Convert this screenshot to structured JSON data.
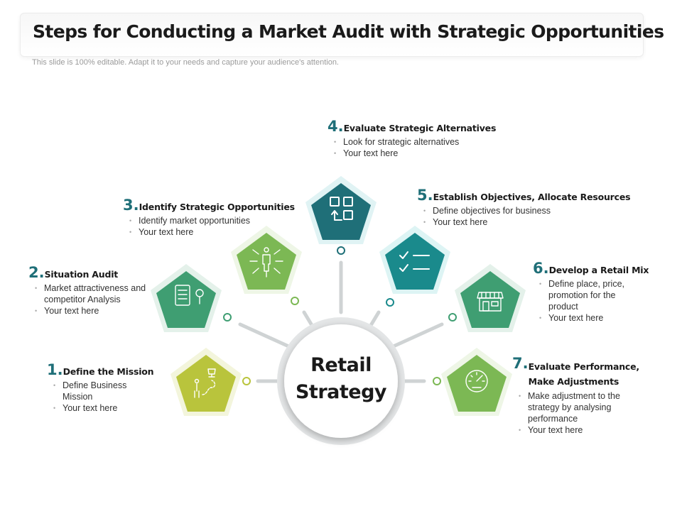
{
  "title": "Steps for Conducting a Market Audit with Strategic Opportunities",
  "subtitle": "This slide is 100% editable. Adapt it to your needs and capture your audience's attention.",
  "hub": {
    "line1": "Retail",
    "line2": "Strategy"
  },
  "colors": {
    "teal_dark": "#1f6f78",
    "teal_bright": "#1a8a8c",
    "green": "#3f9e72",
    "green_light": "#7cb854",
    "lime": "#b9c43c",
    "connector": "#cfd3d4"
  },
  "steps": [
    {
      "num": "1.",
      "title": "Define the Mission",
      "bullets": [
        "Define Business Mission",
        "Your text here"
      ],
      "icon": "trophy-path-icon",
      "color": "#b9c43c"
    },
    {
      "num": "2.",
      "title": "Situation Audit",
      "bullets": [
        "Market attractiveness and competitor Analysis",
        "Your text here"
      ],
      "icon": "document-search-icon",
      "color": "#3f9e72"
    },
    {
      "num": "3.",
      "title": "Identify Strategic Opportunities",
      "bullets": [
        "Identify market opportunities",
        "Your text here"
      ],
      "icon": "person-arrows-icon",
      "color": "#7cb854"
    },
    {
      "num": "4.",
      "title": "Evaluate Strategic Alternatives",
      "bullets": [
        "Look for strategic alternatives",
        "Your text here"
      ],
      "icon": "alternatives-grid-icon",
      "color": "#1f6f78"
    },
    {
      "num": "5.",
      "title": "Establish Objectives, Allocate Resources",
      "bullets": [
        "Define objectives for business",
        "Your text here"
      ],
      "icon": "checklist-icon",
      "color": "#1a8a8c"
    },
    {
      "num": "6.",
      "title": "Develop a Retail Mix",
      "bullets": [
        "Define place, price, promotion for the product",
        "Your text here"
      ],
      "icon": "storefront-icon",
      "color": "#3f9e72"
    },
    {
      "num": "7.",
      "title": "Evaluate Performance, Make Adjustments",
      "bullets": [
        "Make adjustment to the strategy by analysing performance",
        "Your text here"
      ],
      "icon": "speedometer-icon",
      "color": "#7cb854"
    }
  ]
}
